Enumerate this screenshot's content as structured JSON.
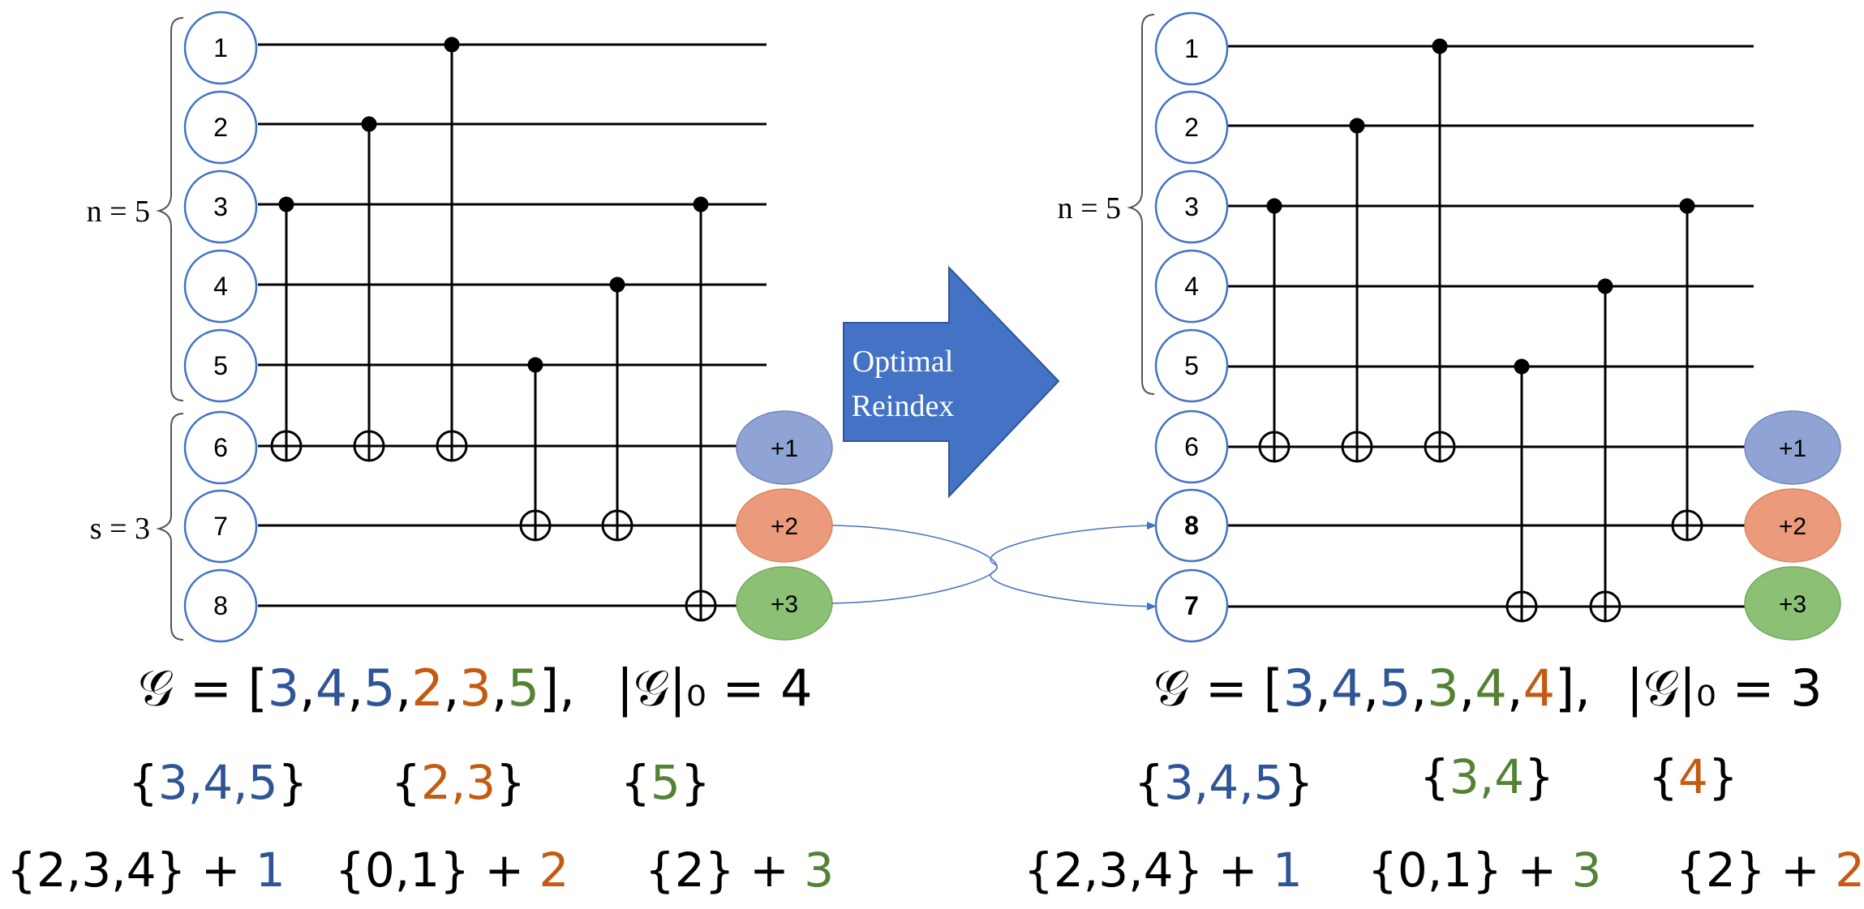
{
  "left": {
    "qubits": [
      "1",
      "2",
      "3",
      "4",
      "5",
      "6",
      "7",
      "8"
    ],
    "n_label": "n = 5",
    "s_label": "s = 3",
    "increments": [
      "+1",
      "+2",
      "+3"
    ],
    "g_prefix": "𝒢 = [",
    "g_values": [
      {
        "text": "3",
        "color": "#2f5597"
      },
      {
        "text": ",",
        "color": "#000000"
      },
      {
        "text": "4",
        "color": "#2f5597"
      },
      {
        "text": ",",
        "color": "#000000"
      },
      {
        "text": "5",
        "color": "#2f5597"
      },
      {
        "text": ",",
        "color": "#000000"
      },
      {
        "text": "2",
        "color": "#c55a11"
      },
      {
        "text": ",",
        "color": "#000000"
      },
      {
        "text": "3",
        "color": "#c55a11"
      },
      {
        "text": ",",
        "color": "#000000"
      },
      {
        "text": "5",
        "color": "#548235"
      }
    ],
    "g_suffix": "],",
    "g_norm": "|𝒢|₀ = 4",
    "sets": [
      {
        "open": "{",
        "inner": "3,4,5",
        "close": "}",
        "color": "#2f5597"
      },
      {
        "open": "{",
        "inner": "2,3",
        "close": "}",
        "color": "#c55a11"
      },
      {
        "open": "{",
        "inner": "5",
        "close": "}",
        "color": "#548235"
      }
    ],
    "sums": [
      {
        "base": "{2,3,4} + ",
        "num": "1",
        "color": "#2f5597"
      },
      {
        "base": "{0,1} + ",
        "num": "2",
        "color": "#c55a11"
      },
      {
        "base": "{2} + ",
        "num": "3",
        "color": "#548235"
      }
    ]
  },
  "right": {
    "qubits": [
      "1",
      "2",
      "3",
      "4",
      "5",
      "6",
      "8",
      "7"
    ],
    "n_label": "n = 5",
    "increments": [
      "+1",
      "+2",
      "+3"
    ],
    "g_prefix": "𝒢 = [",
    "g_values": [
      {
        "text": "3",
        "color": "#2f5597"
      },
      {
        "text": ",",
        "color": "#000000"
      },
      {
        "text": "4",
        "color": "#2f5597"
      },
      {
        "text": ",",
        "color": "#000000"
      },
      {
        "text": "5",
        "color": "#2f5597"
      },
      {
        "text": ",",
        "color": "#000000"
      },
      {
        "text": "3",
        "color": "#548235"
      },
      {
        "text": ",",
        "color": "#000000"
      },
      {
        "text": "4",
        "color": "#548235"
      },
      {
        "text": ",",
        "color": "#000000"
      },
      {
        "text": "4",
        "color": "#c55a11"
      }
    ],
    "g_suffix": "],",
    "g_norm": "|𝒢|₀ = 3",
    "sets": [
      {
        "open": "{",
        "inner": "3,4,5",
        "close": "}",
        "color": "#2f5597"
      },
      {
        "open": "{",
        "inner": "3,4",
        "close": "}",
        "color": "#548235"
      },
      {
        "open": "{",
        "inner": "4",
        "close": "}",
        "color": "#c55a11"
      }
    ],
    "sums": [
      {
        "base": "{2,3,4} + ",
        "num": "1",
        "color": "#2f5597"
      },
      {
        "base": "{0,1} + ",
        "num": "3",
        "color": "#548235"
      },
      {
        "base": "{2} + ",
        "num": "2",
        "color": "#c55a11"
      }
    ]
  },
  "arrow": {
    "line1": "Optimal",
    "line2": "Reindex",
    "color": "#4472c4"
  },
  "colors": {
    "node_stroke": "#4472c4",
    "plus1": "#8fa3d4",
    "plus2": "#eb9b7b",
    "plus3": "#8cc175",
    "swap_line": "#4472c4"
  }
}
